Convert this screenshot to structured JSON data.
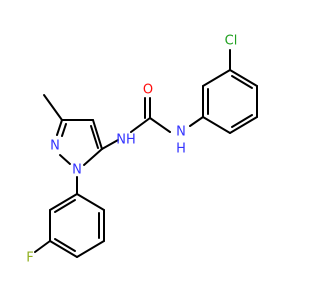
{
  "colors": {
    "bond": "#000000",
    "N": "#3333ff",
    "O": "#ff0d0d",
    "Cl": "#1fa01f",
    "F": "#90b020",
    "C": "#000000",
    "background": "#ffffff"
  },
  "atoms": {
    "cl": "Cl",
    "o": "O",
    "nh_left": "NH",
    "nh_right": "N",
    "nh_right_h": "H",
    "n_ring2": "N",
    "n_ring1": "N",
    "f": "F"
  }
}
